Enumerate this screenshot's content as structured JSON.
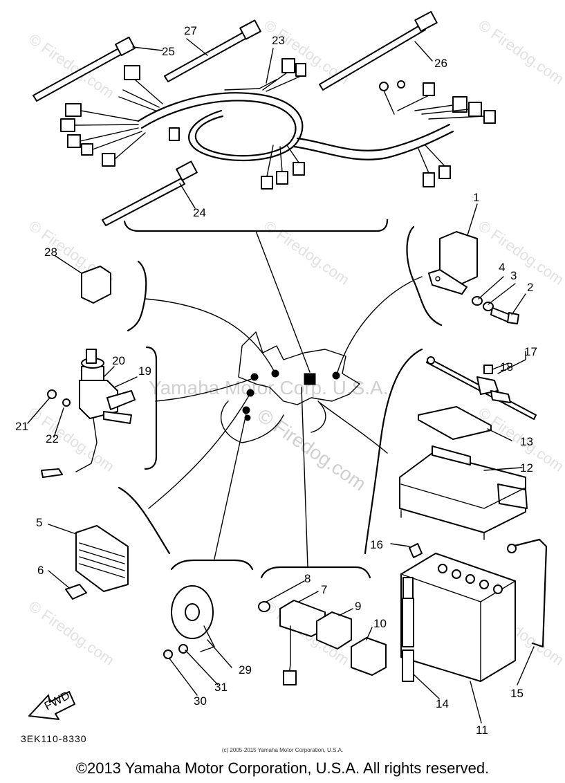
{
  "diagram": {
    "code": "3EK110-8330",
    "small_copyright": "(c) 2005-2015 Yamaha Motor Corporation, U.S.A.",
    "copyright": "©2013 Yamaha Motor Corporation, U.S.A. All rights reserved.",
    "fwd_label": "FWD",
    "watermark_center": "Yamaha Motor Corp. U.S.A.",
    "watermark_site": "© Firedog.com",
    "parts": [
      "1",
      "2",
      "3",
      "4",
      "5",
      "6",
      "7",
      "8",
      "9",
      "10",
      "11",
      "12",
      "13",
      "14",
      "15",
      "16",
      "17",
      "18",
      "19",
      "20",
      "21",
      "22",
      "23",
      "24",
      "25",
      "26",
      "27",
      "28",
      "29",
      "30",
      "31"
    ]
  }
}
